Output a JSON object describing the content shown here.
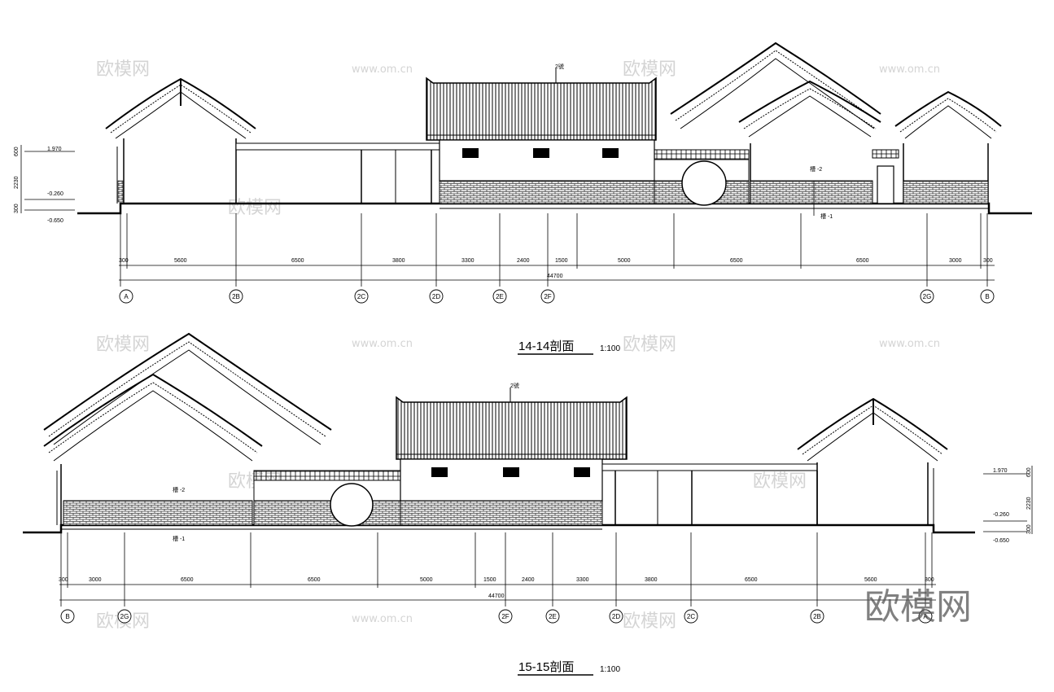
{
  "watermark": {
    "brand": "欧模网",
    "site": "www.om.cn"
  },
  "section_a": {
    "title": "14-14剖面",
    "scale": "1:100",
    "total_dim": "44700",
    "dims": [
      "300",
      "5600",
      "6500",
      "3800",
      "3300",
      "2400",
      "1500",
      "5000",
      "6500",
      "6500",
      "3000",
      "300"
    ],
    "axes": [
      "A",
      "2B",
      "2C",
      "2D",
      "2E",
      "2F",
      "2G",
      "B"
    ],
    "levels": [
      "1.970",
      "-0.260",
      "-0.650"
    ],
    "level_dims": [
      "600",
      "2230",
      "300"
    ],
    "notes": {
      "roof": "2號",
      "wall": "槽 -2",
      "ground": "槽 -1"
    }
  },
  "section_b": {
    "title": "15-15剖面",
    "scale": "1:100",
    "total_dim": "44700",
    "dims": [
      "300",
      "3000",
      "6500",
      "6500",
      "5000",
      "1500",
      "2400",
      "3300",
      "3800",
      "6500",
      "5600",
      "300"
    ],
    "axes": [
      "B",
      "2G",
      "2F",
      "2E",
      "2D",
      "2C",
      "2B",
      "A"
    ],
    "levels": [
      "1.970",
      "-0.260",
      "-0.650"
    ],
    "level_dims": [
      "600",
      "2230",
      "300"
    ],
    "notes": {
      "roof": "2號",
      "wall": "槽 -2",
      "ground": "槽 -1"
    }
  }
}
